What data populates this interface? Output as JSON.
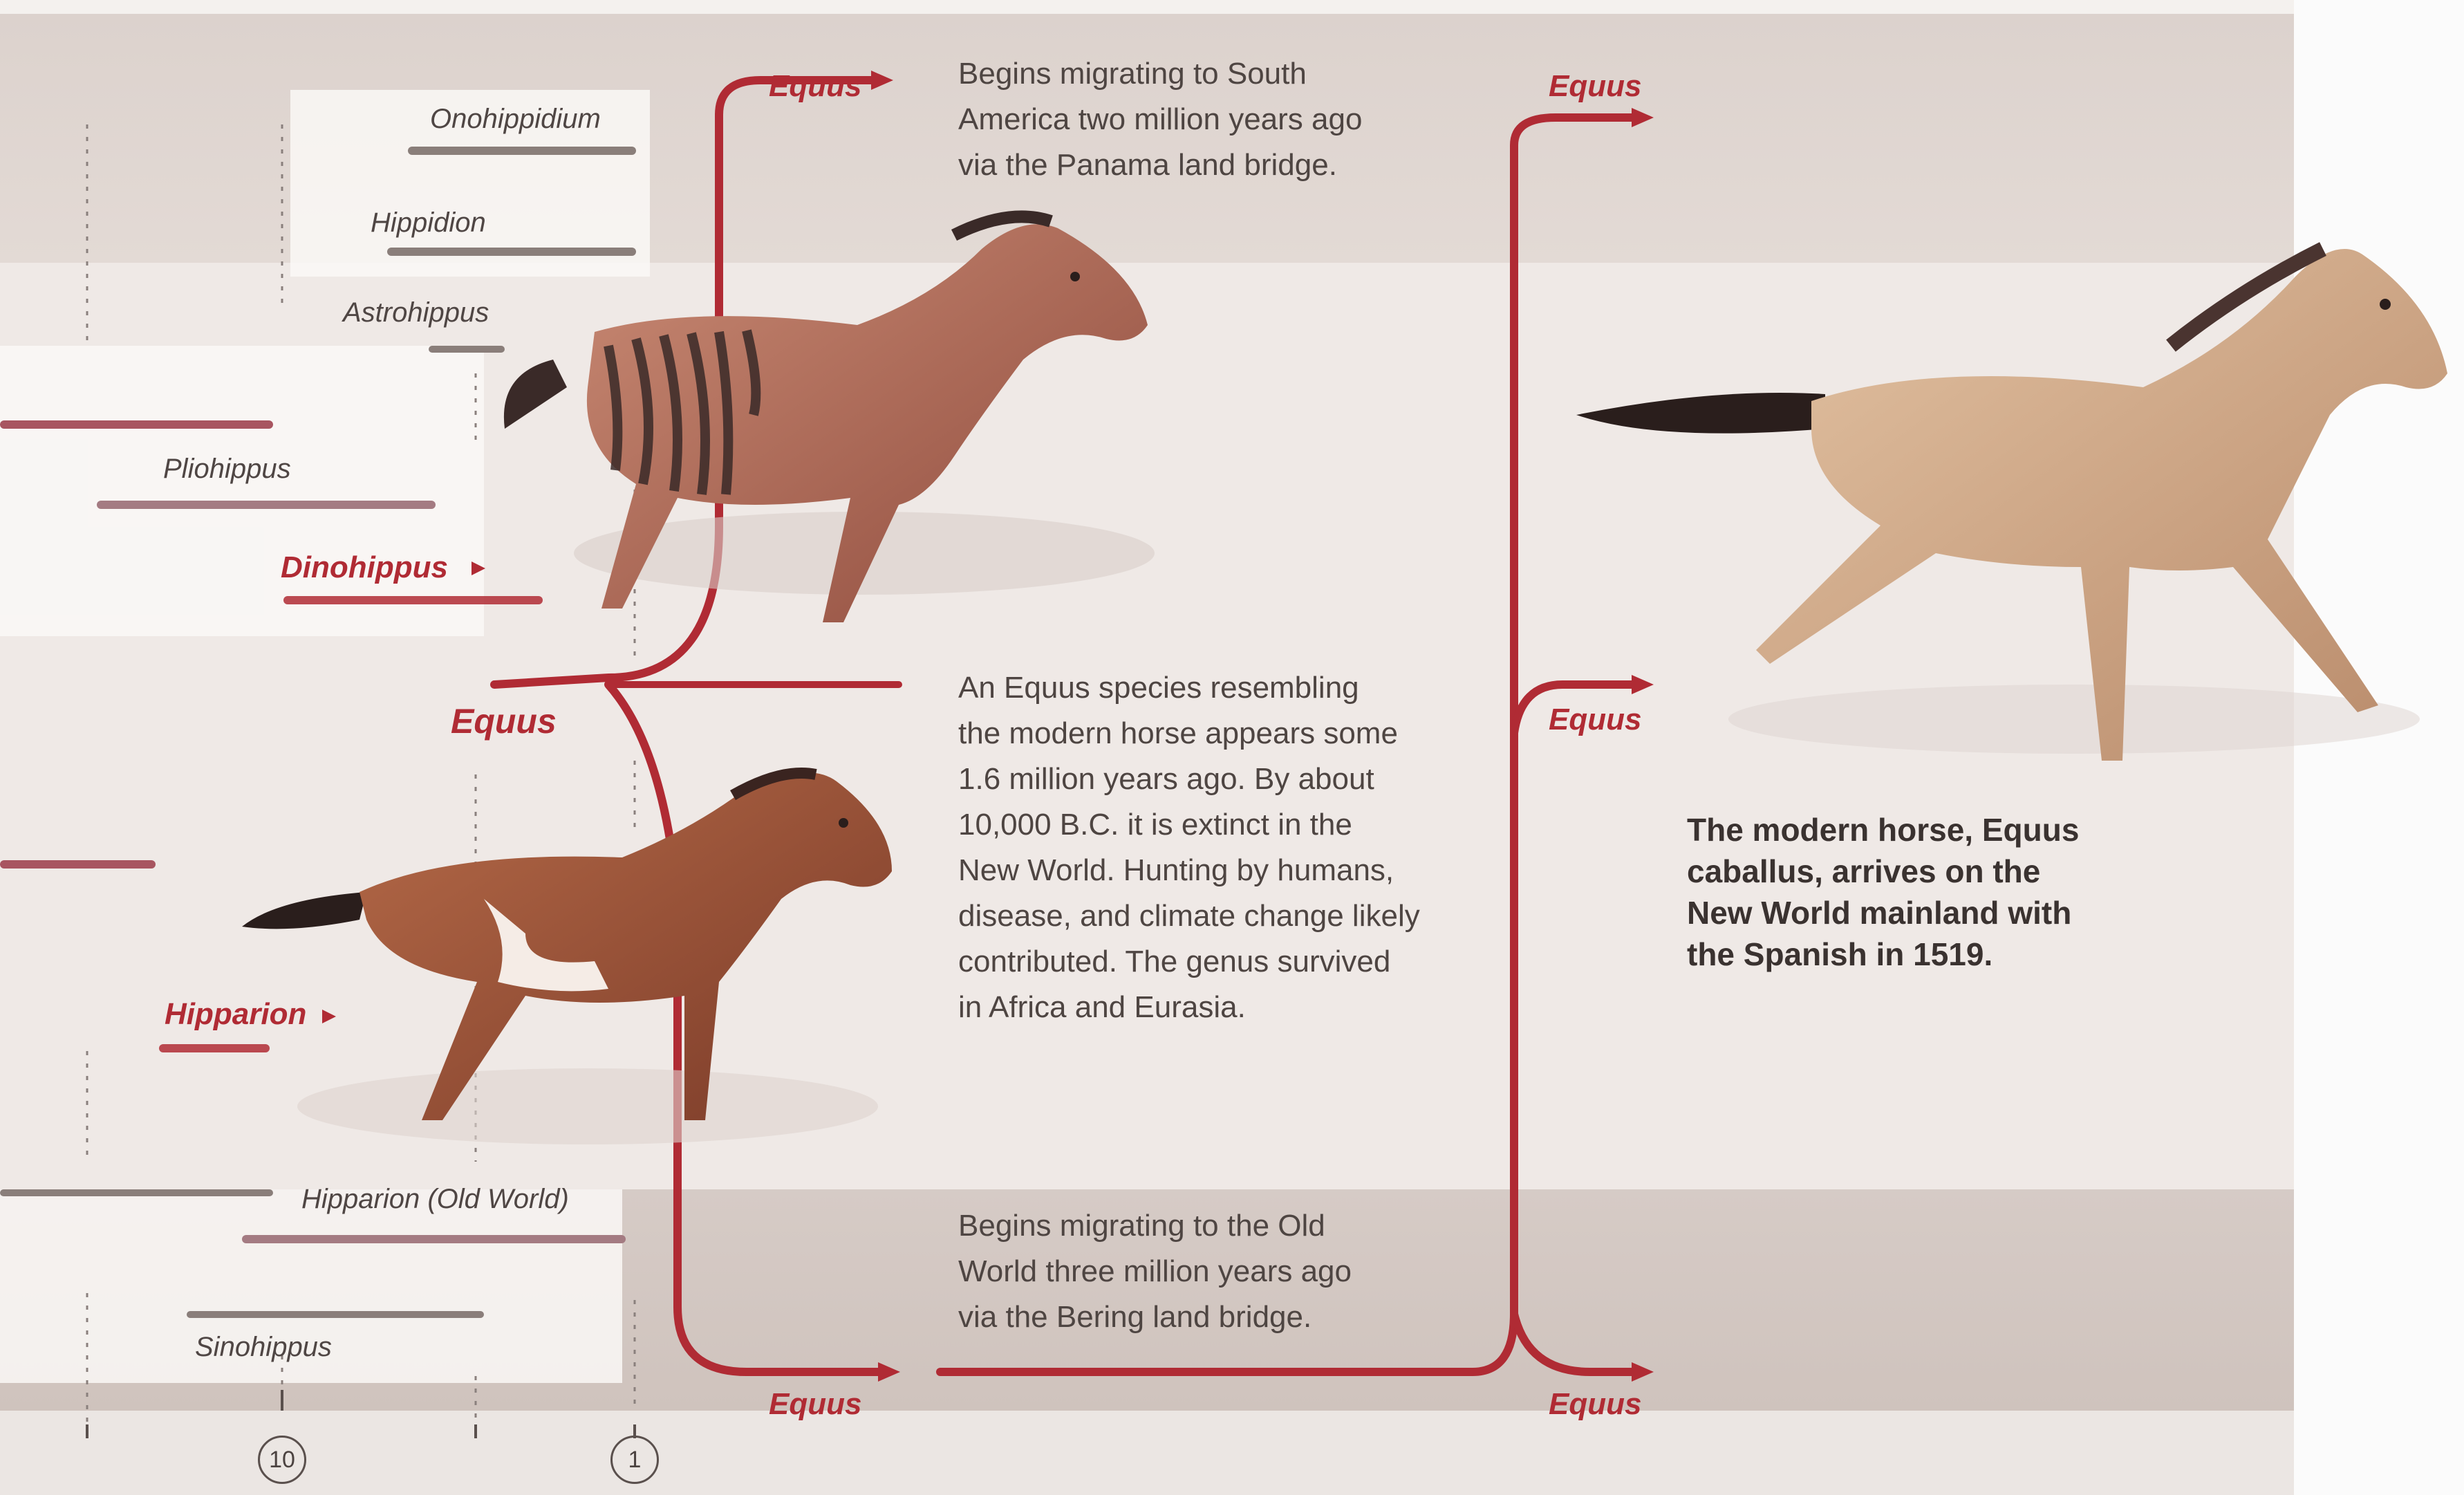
{
  "genera": {
    "onohippidium": "Onohippidium",
    "hippidion": "Hippidion",
    "astrohippus": "Astrohippus",
    "pliohippus": "Pliohippus",
    "dinohippus": "Dinohippus",
    "hipparion": "Hipparion",
    "hipparion_old_world": "Hipparion (Old World)",
    "sinohippus": "Sinohippus",
    "equus": "Equus"
  },
  "notes": {
    "south_america": [
      "Begins migrating to South",
      "America two million years ago",
      "via the Panama land bridge."
    ],
    "extinction": [
      "An Equus species resembling",
      "the modern horse appears some",
      "1.6 million years ago. By about",
      "10,000 B.C. it is extinct in the",
      "New World. Hunting by humans,",
      "disease, and climate change likely",
      "contributed. The genus survived",
      "in Africa and Eurasia."
    ],
    "old_world": [
      "Begins migrating to the Old",
      "World three million years ago",
      "via the Bering land bridge."
    ],
    "modern_horse": [
      "The modern horse, Equus",
      "caballus, arrives on the",
      "New World mainland with",
      "the Spanish in 1519."
    ]
  },
  "axis": {
    "ticks": [
      "10",
      "1"
    ]
  },
  "colors": {
    "lineage": "#b02b34",
    "text": "#4e4542"
  },
  "illustrations": [
    "striped-equus-horse",
    "hipparion-horse",
    "modern-horse"
  ]
}
